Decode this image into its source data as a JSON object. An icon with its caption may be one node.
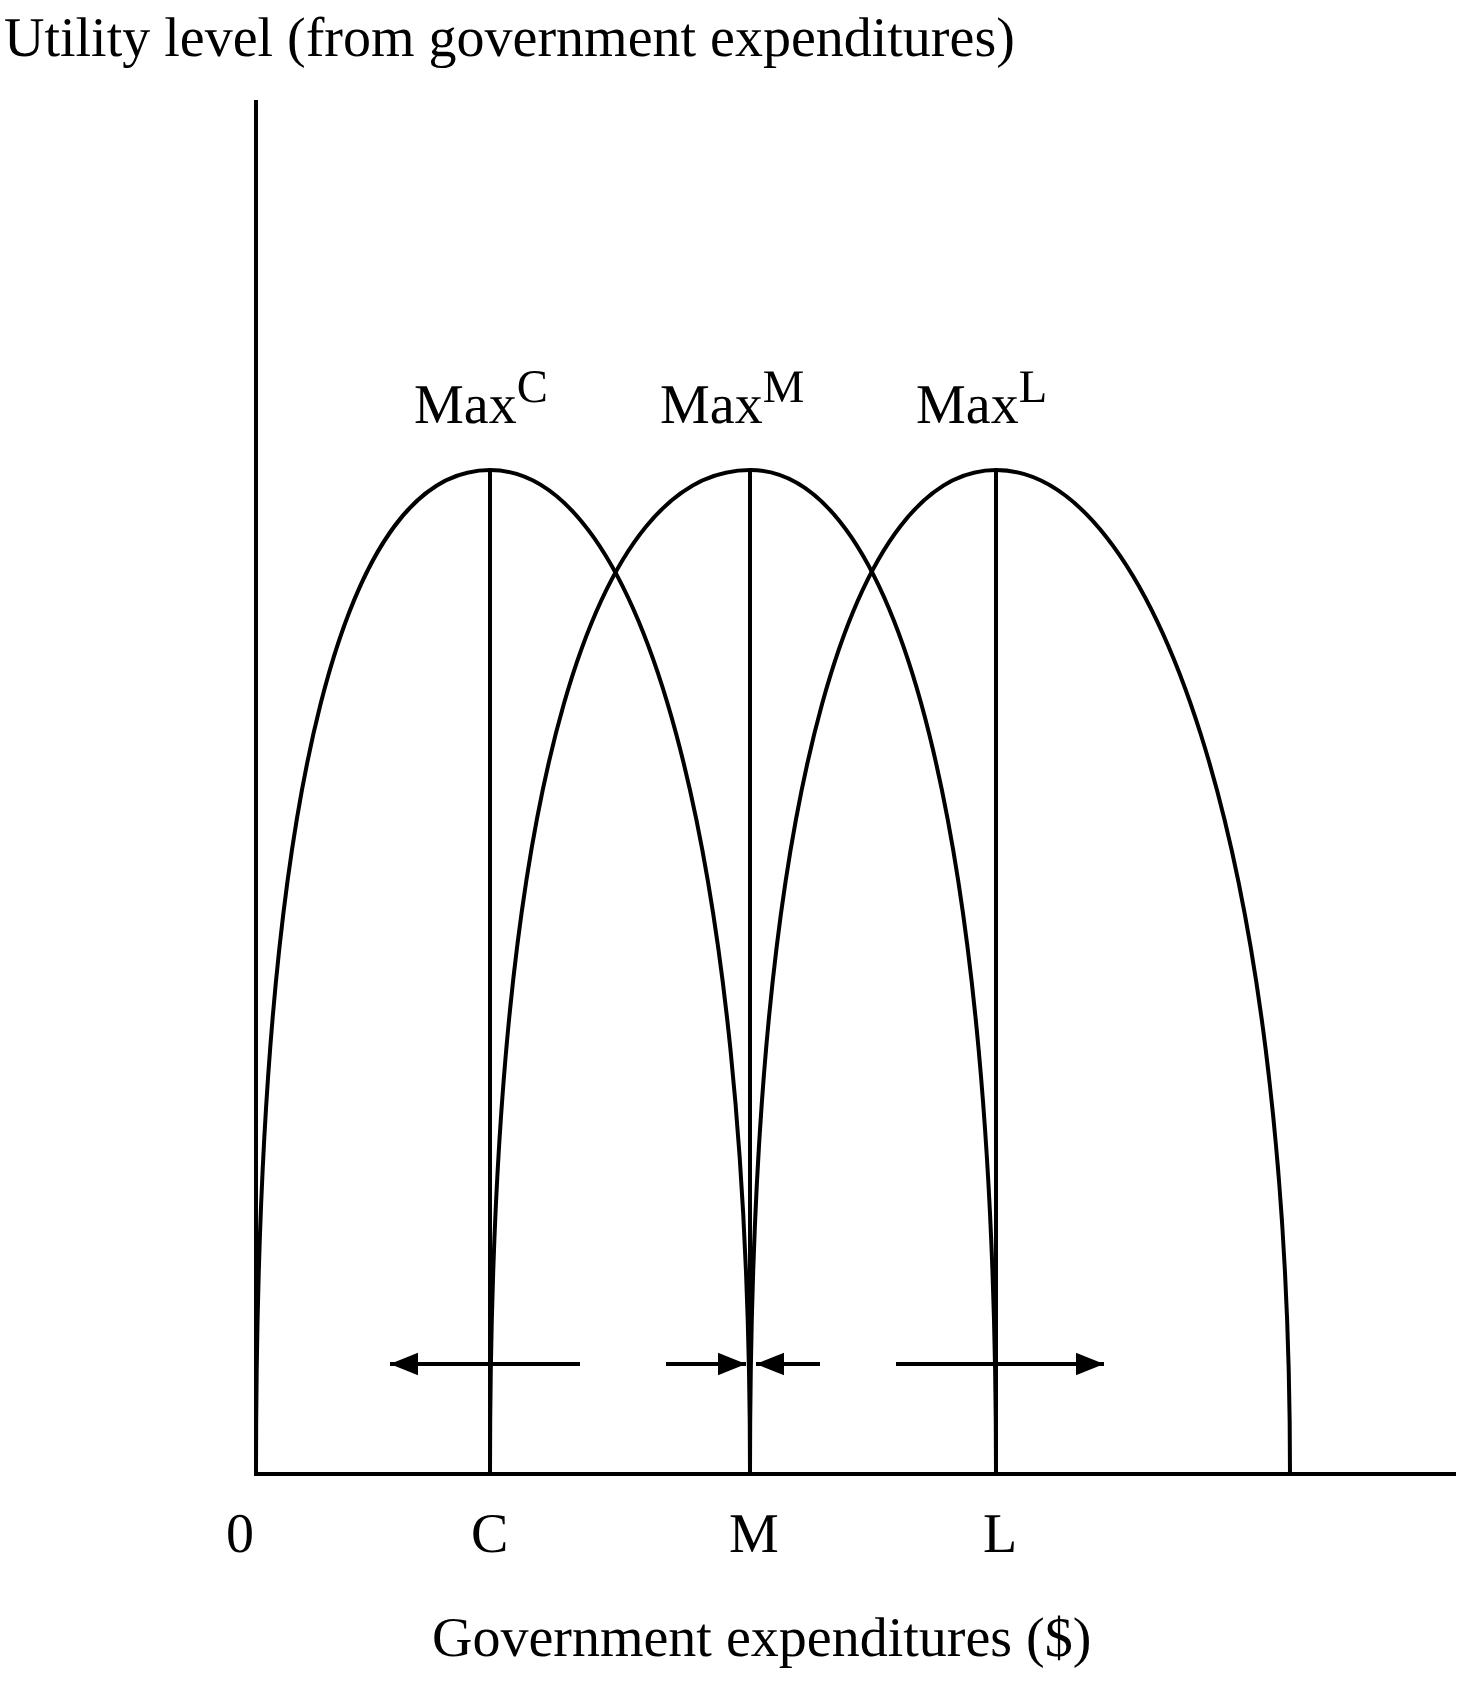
{
  "diagram": {
    "labels": [
      "Utility level (from government expenditures)",
      "Max$^{C}$",
      "Max$^{M}$",
      "Max$^{L}$",
      "0",
      "C",
      "M",
      "L",
      "Government expenditures ($)"
    ]
  }
}
